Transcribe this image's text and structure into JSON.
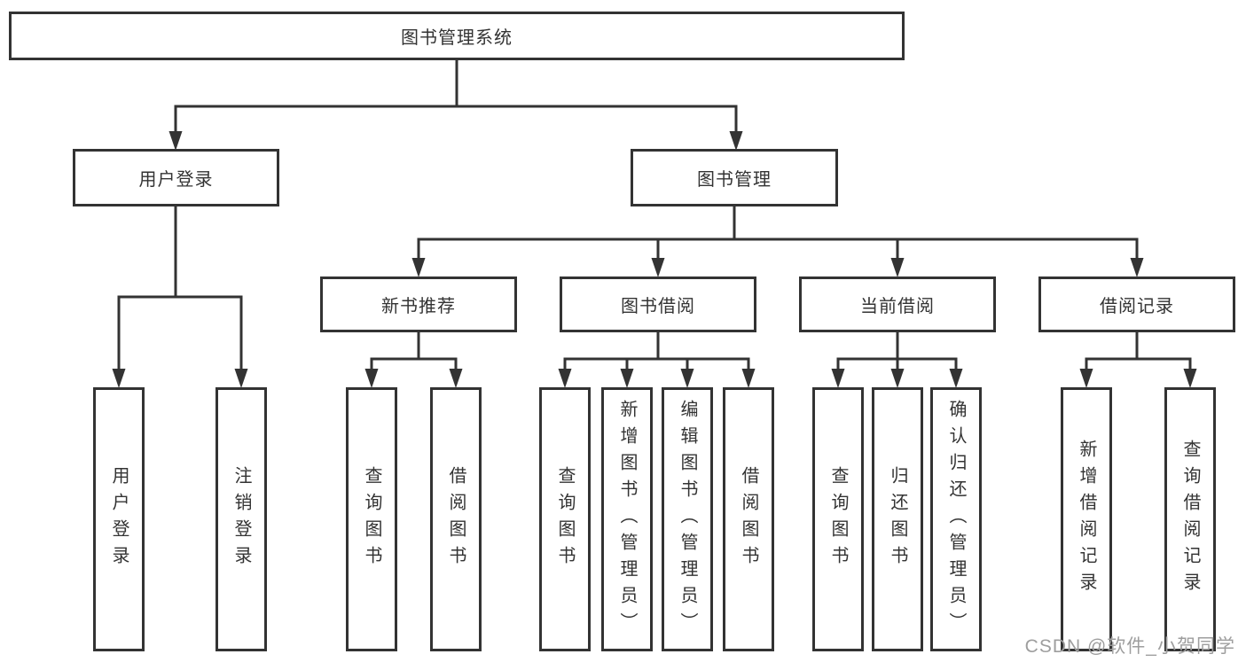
{
  "diagram": {
    "title": "图书管理系统",
    "root": {
      "label": "图书管理系统"
    },
    "branches": [
      {
        "label": "用户登录",
        "children": [
          {
            "label": "用户登录"
          },
          {
            "label": "注销登录"
          }
        ]
      },
      {
        "label": "图书管理",
        "children": [
          {
            "label": "新书推荐",
            "children": [
              {
                "label": "查询图书"
              },
              {
                "label": "借阅图书"
              }
            ]
          },
          {
            "label": "图书借阅",
            "children": [
              {
                "label": "查询图书"
              },
              {
                "label": "新增图书（管理员）"
              },
              {
                "label": "编辑图书（管理员）"
              },
              {
                "label": "借阅图书"
              }
            ]
          },
          {
            "label": "当前借阅",
            "children": [
              {
                "label": "查询图书"
              },
              {
                "label": "归还图书"
              },
              {
                "label": "确认归还（管理员）"
              }
            ]
          },
          {
            "label": "借阅记录",
            "children": [
              {
                "label": "新增借阅记录"
              },
              {
                "label": "查询借阅记录"
              }
            ]
          }
        ]
      }
    ]
  },
  "watermark": {
    "text": "CSDN @软件_小贺同学"
  },
  "colors": {
    "line": "#333333",
    "box_border": "#333333",
    "box_fill": "#ffffff",
    "text": "#333333",
    "watermark": "#9e9e9e",
    "background": "#ffffff"
  }
}
